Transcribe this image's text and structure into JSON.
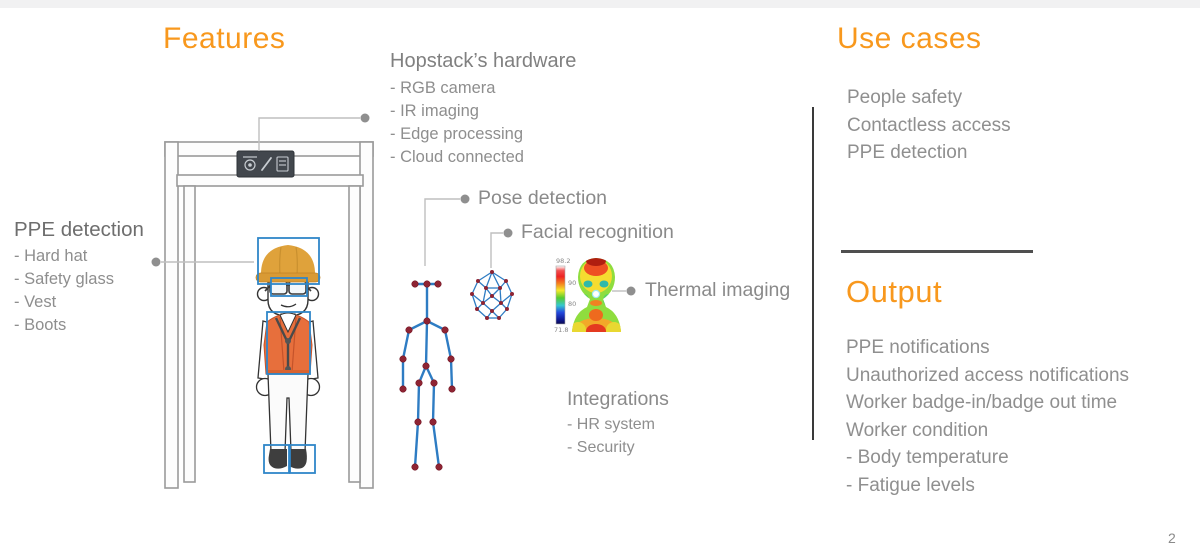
{
  "slide": {
    "page_number": "2"
  },
  "colors": {
    "accent_orange": "#F8981D",
    "text_gray": "#8A8A8A",
    "bounding_box_blue": "#2F86C8",
    "skeleton_blue": "#2E7CC3",
    "joint_red": "#8E2433"
  },
  "features": {
    "title": "Features",
    "hardware": {
      "title": "Hopstack’s hardware",
      "items": [
        "- RGB camera",
        "- IR imaging",
        "- Edge processing",
        "- Cloud connected"
      ]
    },
    "ppe": {
      "title": "PPE detection",
      "items": [
        "- Hard hat",
        "- Safety glass",
        "- Vest",
        "- Boots"
      ]
    },
    "callouts": {
      "pose": "Pose detection",
      "facial": "Facial recognition",
      "thermal": "Thermal imaging"
    },
    "integrations": {
      "title": "Integrations",
      "items": [
        "- HR system",
        "- Security"
      ]
    },
    "thermal_scale": {
      "max": "98.2",
      "mid_high": "90",
      "mid_low": "80",
      "min": "71.8"
    }
  },
  "use_cases": {
    "title": "Use cases",
    "items": [
      "People safety",
      "Contactless access",
      "PPE detection"
    ]
  },
  "output": {
    "title": "Output",
    "items": [
      "PPE notifications",
      "Unauthorized access notifications",
      "Worker badge-in/badge out time",
      "Worker condition",
      "- Body temperature",
      "- Fatigue levels"
    ]
  }
}
